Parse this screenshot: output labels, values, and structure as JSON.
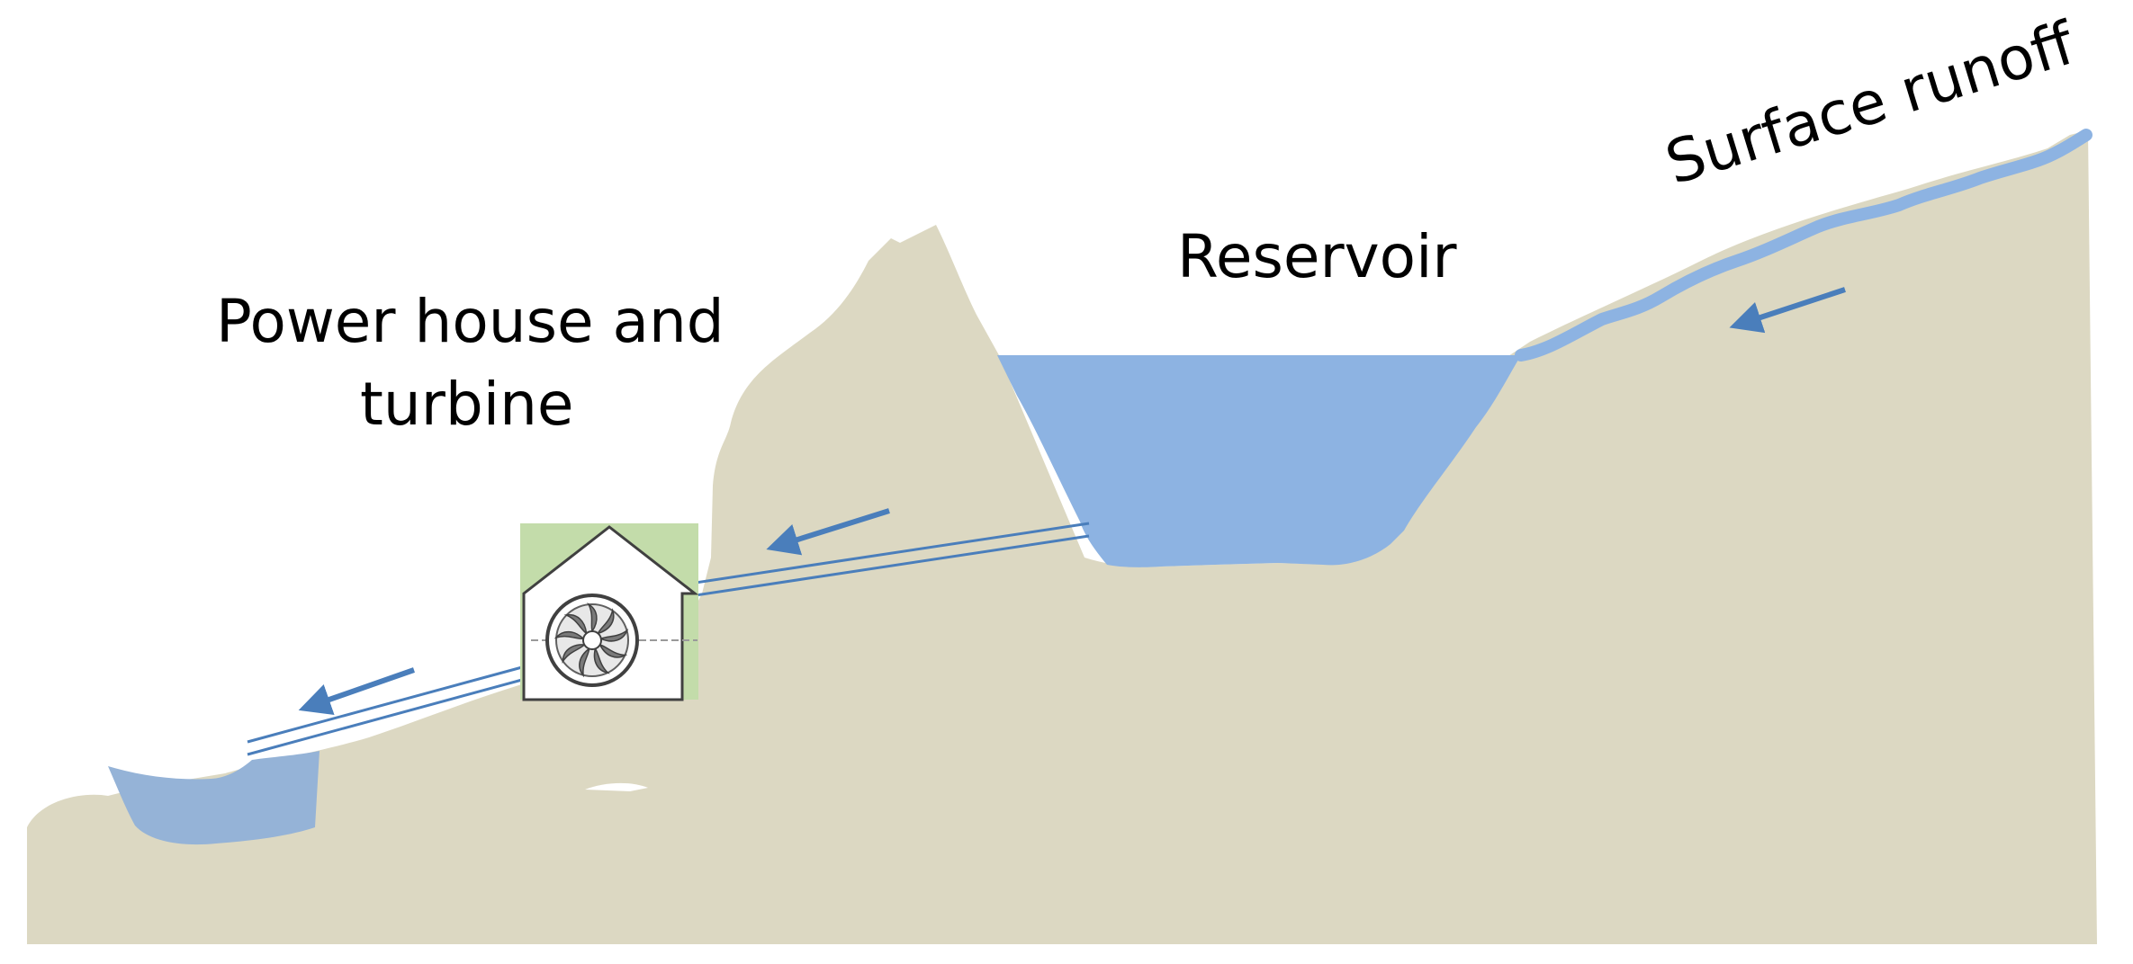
{
  "labels": {
    "reservoir": "Reservoir",
    "surface_runoff": "Surface runoff",
    "power_house_line1": "Power house and",
    "power_house_line2": "turbine"
  },
  "colors": {
    "terrain": "#dcd8c2",
    "water": "#8db3e2",
    "water_dark": "#95b3d7",
    "arrow": "#4a7ebb",
    "pipe": "#4a7ebb",
    "house_bg": "#c3dcaa",
    "house_outline": "#404040",
    "background": "#ffffff"
  },
  "icons": {
    "flow_arrow": "flow-arrow-icon",
    "turbine": "turbine-icon",
    "house": "power-house-icon"
  }
}
